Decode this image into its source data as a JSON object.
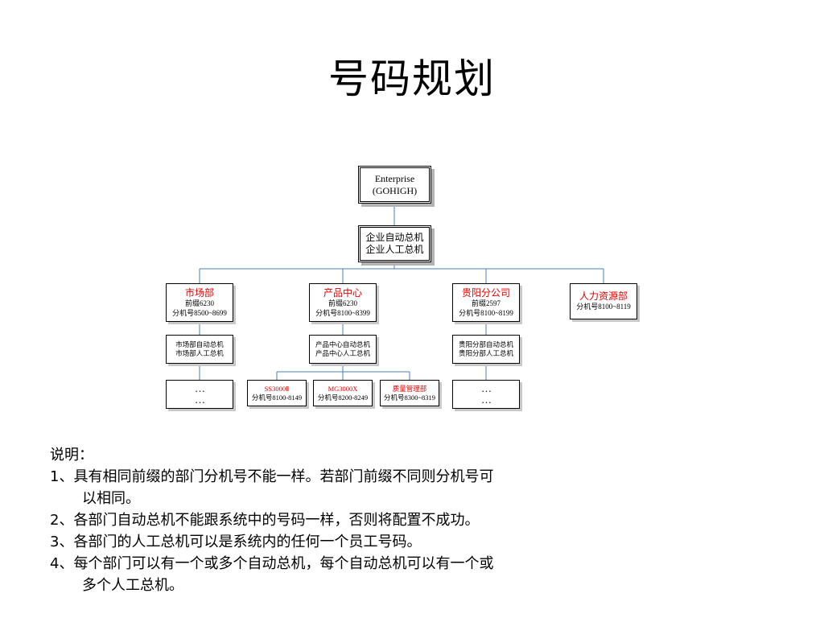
{
  "title": "号码规划",
  "org": {
    "root": {
      "line1": "Enterprise",
      "line2": "(GOHIGH)"
    },
    "switchboard": {
      "line1": "企业自动总机",
      "line2": "企业人工总机"
    },
    "depts": [
      {
        "name": "市场部",
        "prefix": "前缀6230",
        "ext": "分机号8500~8699",
        "sub1": "市场部自动总机",
        "sub2": "市场部人工总机",
        "more1": "…",
        "more2": "…"
      },
      {
        "name": "产品中心",
        "prefix": "前缀6230",
        "ext": "分机号8100~8399",
        "sub1": "产品中心自动总机",
        "sub2": "产品中心人工总机"
      },
      {
        "name": "贵阳分公司",
        "prefix": "前缀2597",
        "ext": "分机号8100~8199",
        "sub1": "贵阳分部自动总机",
        "sub2": "贵阳分部人工总机",
        "more1": "…",
        "more2": "…"
      },
      {
        "name": "人力资源部",
        "ext": "分机号8100~8119"
      }
    ],
    "product_children": [
      {
        "name": "SS3000Ⅱ",
        "ext": "分机号8100-8149"
      },
      {
        "name": "MG3000X",
        "ext": "分机号8200-8249"
      },
      {
        "name": "质量管理部",
        "ext": "分机号8300~8319"
      }
    ]
  },
  "notes": {
    "heading": "说明：",
    "n1a": "1、具有相同前缀的部门分机号不能一样。若部门前缀不同则分机号可",
    "n1b": "以相同。",
    "n2": "2、各部门自动总机不能跟系统中的号码一样，否则将配置不成功。",
    "n3": "3、各部门的人工总机可以是系统内的任何一个员工号码。",
    "n4a": "4、每个部门可以有一个或多个自动总机，每个自动总机可以有一个或",
    "n4b": "多个人工总机。"
  },
  "colors": {
    "connector": "#4a7ebb",
    "dept_name": "#e00000"
  }
}
